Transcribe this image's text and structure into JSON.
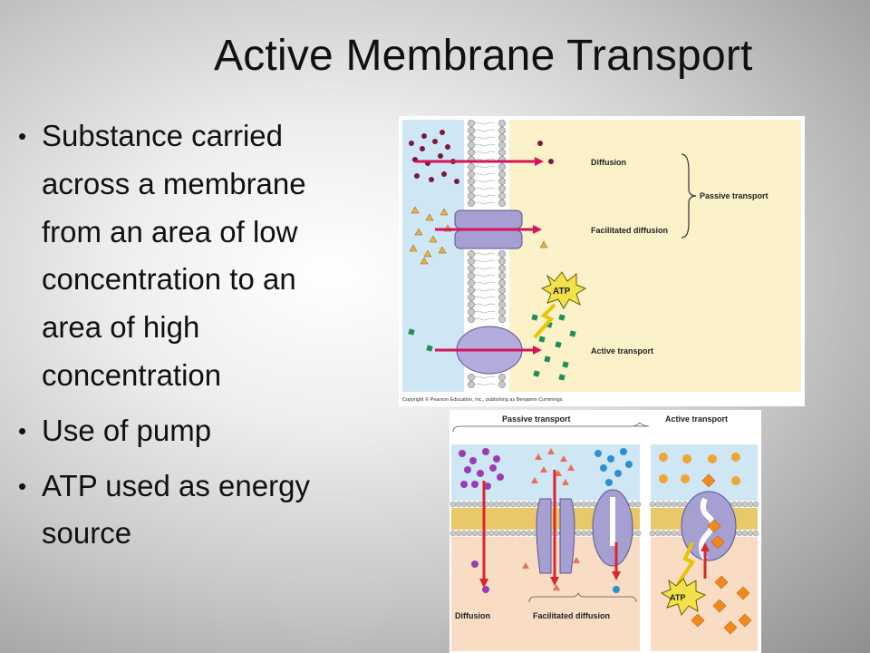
{
  "slide": {
    "title": "Active Membrane Transport",
    "bullets": [
      "Substance carried across a membrane from an area of low concentration to an area of high concentration",
      "Use of pump",
      "ATP used as energy source"
    ]
  },
  "figure_top": {
    "labels": {
      "diffusion": "Diffusion",
      "facilitated": "Facilitated diffusion",
      "passive_group": "Passive transport",
      "active": "Active transport",
      "atp": "ATP",
      "copyright": "Copyright © Pearson Education, Inc., publishing as Benjamin Cummings."
    }
  },
  "figure_bottom": {
    "labels": {
      "passive_header": "Passive transport",
      "active_header": "Active transport",
      "diffusion": "Diffusion",
      "facilitated": "Facilitated diffusion",
      "atp": "ATP"
    }
  },
  "colors": {
    "extracellular": "#cfe6f5",
    "intracellular": "#fbf2c9",
    "arrow": "#d4145a",
    "red_arrow": "#d8262b",
    "protein": "#a59fd2",
    "atp": "#f2e24a"
  }
}
